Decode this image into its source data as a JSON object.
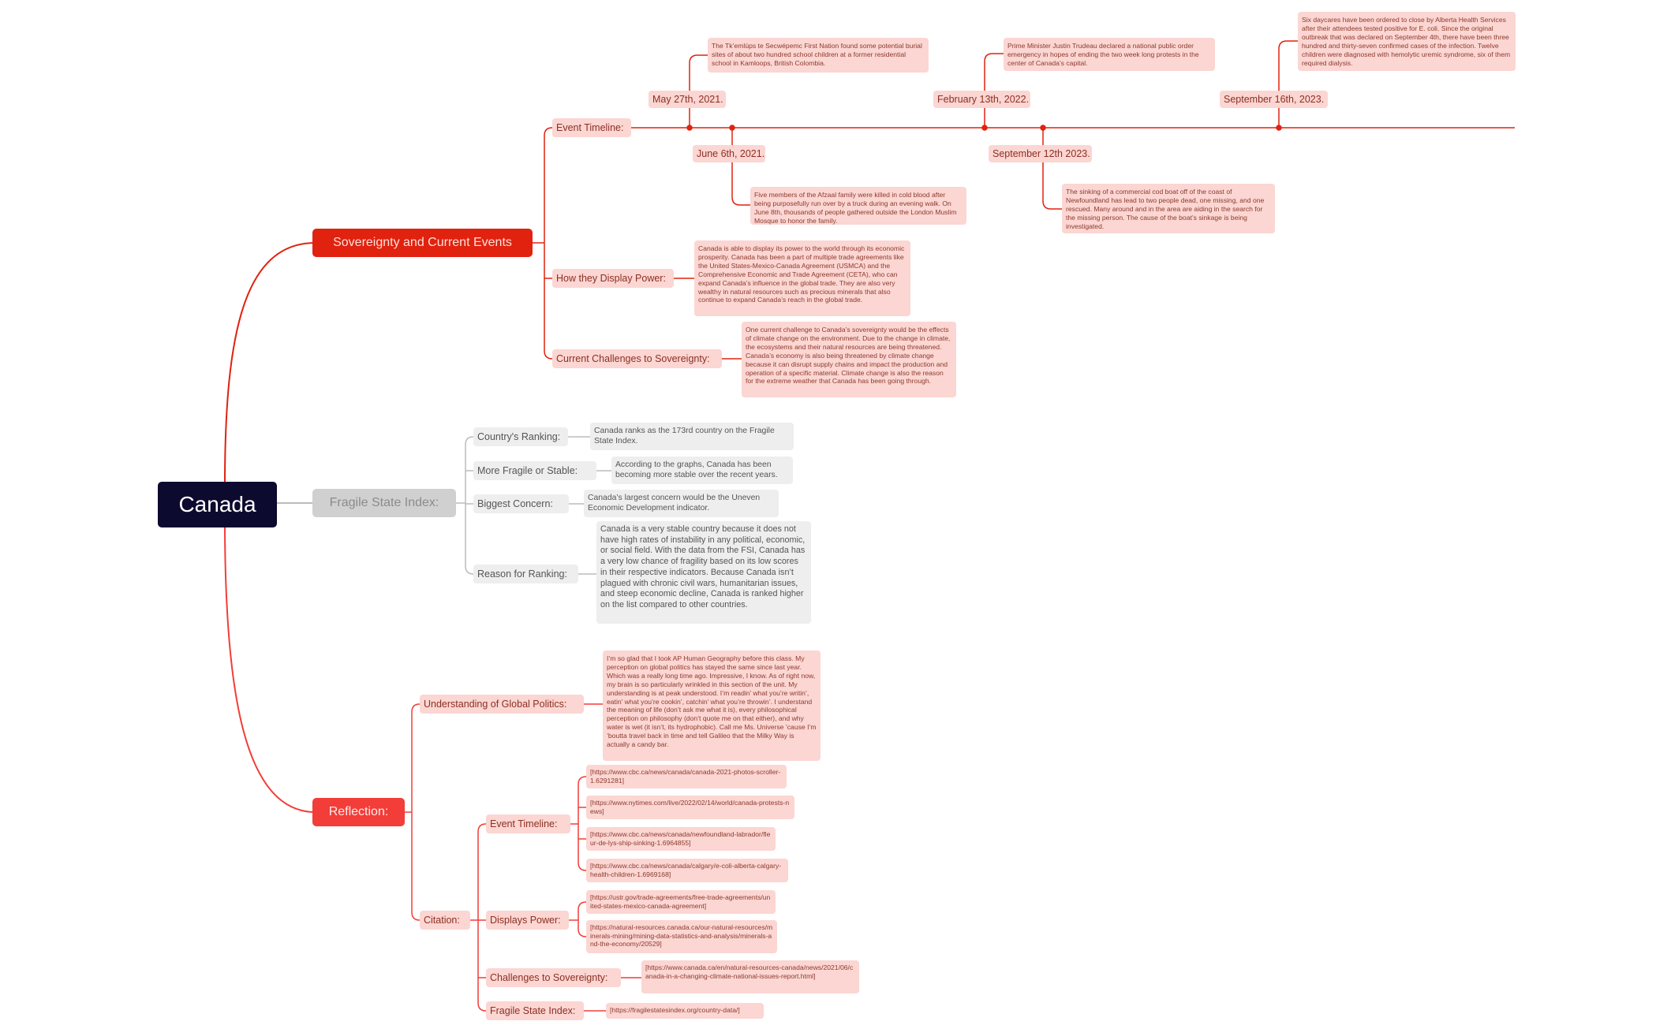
{
  "root": {
    "label": "Canada"
  },
  "sovereignty": {
    "label": "Sovereignty and Current Events",
    "event_timeline": {
      "label": "Event Timeline:",
      "events": [
        {
          "date": "May 27th, 2021.",
          "text": "The Tk’emlúps te Secwépemc First Nation found some potential burial sites of about two hundred school children at a former residential school in Kamloops, British Colombia."
        },
        {
          "date": "June 6th, 2021.",
          "text": "Five members of the Afzaal family were killed in cold blood after being purposefully run over by a truck during an evening walk. On June 8th, thousands of people gathered outside the London Muslim Mosque to honor the family."
        },
        {
          "date": "February 13th, 2022.",
          "text": "Prime Minister Justin Trudeau declared a national public order emergency in hopes of ending the two week long protests in the center of Canada’s capital."
        },
        {
          "date": "September 12th 2023.",
          "text": "The sinking of a commercial cod boat off of the coast of Newfoundland has lead to two people dead, one missing, and one rescued. Many around and in the area are aiding in the search for the missing person. The cause of the boat’s sinkage is being investigated."
        },
        {
          "date": "September 16th, 2023.",
          "text": "Six daycares have been ordered to close by Alberta Health Services after their attendees tested positive for E. coli. Since the original outbreak that was declared on September 4th, there have been three hundred and thirty-seven confirmed cases of the infection. Twelve children were diagnosed with hemolytic uremic syndrome, six of them required dialysis."
        }
      ]
    },
    "display_power": {
      "label": "How they Display Power:",
      "text": "Canada is able to display its power to the world through its economic prosperity. Canada has been a part of multiple trade agreements like the United States-Mexico-Canada Agreement (USMCA) and the Comprehensive Economic and Trade Agreement (CETA), who can expand Canada’s influence in the global trade. They are also very wealthy in natural resources such as precious minerals that also continue to expand Canada’s reach in the global trade."
    },
    "challenges": {
      "label": "Current Challenges to Sovereignty:",
      "text": "One current challenge to Canada’s sovereignty would be the effects of climate change on the environment. Due to the change in climate, the ecosystems and their natural resources are being threatened. Canada’s economy is also being threatened by climate change because it can disrupt supply chains and impact the production and operation of a specific material. Climate change is also the reason for the extreme weather that Canada has been going through."
    }
  },
  "fsi": {
    "label": "Fragile State Index:",
    "items": [
      {
        "label": "Country's Ranking:",
        "text": "Canada ranks as the 173rd country on the Fragile State Index."
      },
      {
        "label": "More Fragile or Stable:",
        "text": "According to the graphs, Canada has been becoming more stable over the recent years."
      },
      {
        "label": "Biggest Concern:",
        "text": "Canada’s largest concern would be the Uneven Economic Development indicator."
      },
      {
        "label": "Reason for Ranking:",
        "text": "Canada is a very stable country because it does not have high rates of instability in any political, economic, or social field. With the data from the FSI, Canada has a very low chance of fragility based on its low scores in their respective indicators. Because Canada isn’t plagued with chronic civil wars, humanitarian issues, and steep economic decline, Canada is ranked higher on the list compared to other countries."
      }
    ]
  },
  "reflection": {
    "label": "Reflection:",
    "understanding": {
      "label": "Understanding of Global Politics:",
      "text": "I’m so glad that I took AP Human Geography before this class. My perception on global politics has stayed the same since last year. Which was a really long time ago. Impressive, I know. As of right now, my brain is so particularly wrinkled in this section of the unit. My understanding is at peak understood. I’m readin’ what you’re writin’, eatin’ what you’re cookin’, catchin’ what you’re throwin’. I understand the meaning of life (don’t ask me what it is), every philosophical perception on philosophy (don’t quote me on that either), and why water is wet (it isn’t, its hydrophobic). Call me Ms. Universe ’cause I’m ’boutta travel back in time and tell Galileo that the Milky Way is actually a candy bar."
    },
    "citation": {
      "label": "Citation:",
      "event_timeline": {
        "label": "Event Timeline:",
        "links": [
          "[https://www.cbc.ca/news/canada/canada-2021-photos-scroller-1.6291281]",
          "[https://www.nytimes.com/live/2022/02/14/world/canada-protests-news]",
          "[https://www.cbc.ca/news/canada/newfoundland-labrador/fleur-de-lys-ship-sinking-1.6964855]",
          "[https://www.cbc.ca/news/canada/calgary/e-coli-alberta-calgary-health-children-1.6969168]"
        ]
      },
      "displays_power": {
        "label": "Displays Power:",
        "links": [
          "[https://ustr.gov/trade-agreements/free-trade-agreements/united-states-mexico-canada-agreement]",
          "[https://natural-resources.canada.ca/our-natural-resources/minerals-mining/mining-data-statistics-and-analysis/minerals-and-the-economy/20529]"
        ]
      },
      "challenges": {
        "label": "Challenges to Sovereignty:",
        "links": [
          "[https://www.canada.ca/en/natural-resources-canada/news/2021/06/canada-in-a-changing-climate-national-issues-report.html]"
        ]
      },
      "fsi": {
        "label": "Fragile State Index:",
        "links": [
          "[https://fragilestatesindex.org/country-data/]"
        ]
      }
    }
  },
  "colors": {
    "root": "#0c0a2e",
    "sovereignty": "#e0220f",
    "reflection": "#f23d38",
    "fsi": "#d0d0d0",
    "pink_node": "#fbd6d2",
    "gray_node": "#eeeeee",
    "line_red": "#e0220f",
    "line_gray": "#bbbbbb"
  }
}
